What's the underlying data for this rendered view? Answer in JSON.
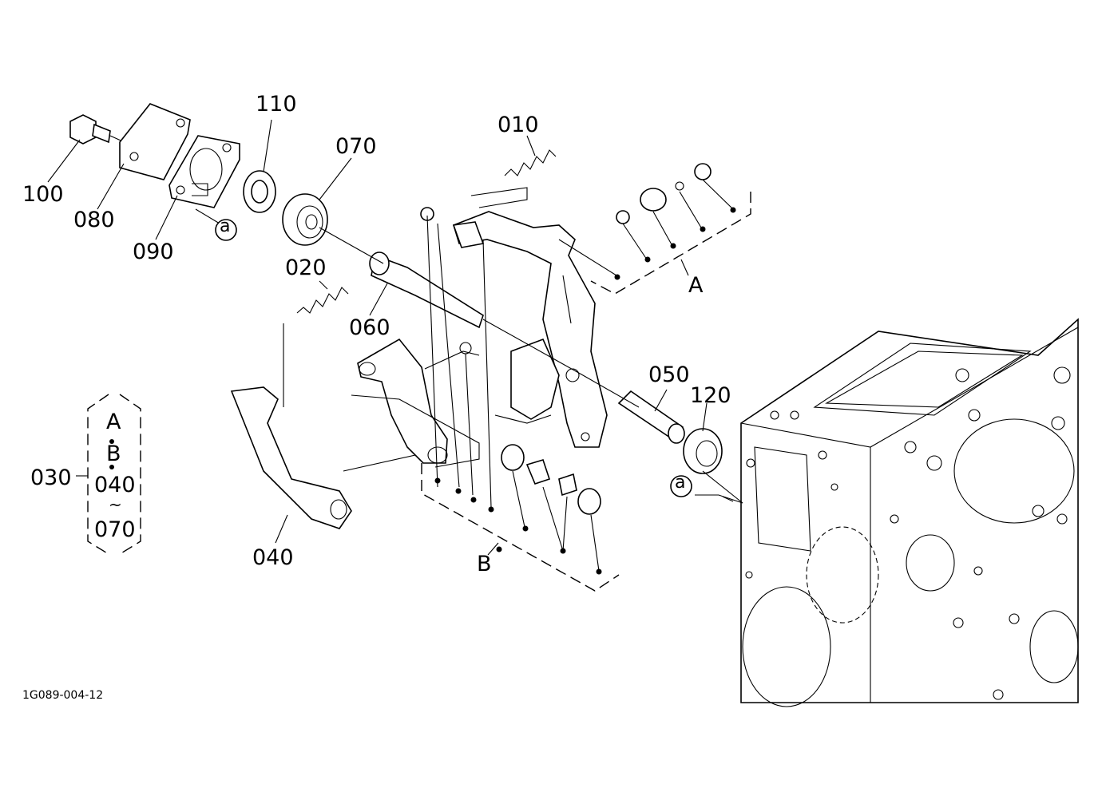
{
  "labels": {
    "p010": "010",
    "p020": "020",
    "p030": "030",
    "p040": "040",
    "p050": "050",
    "p060": "060",
    "p070": "070",
    "p080": "080",
    "p090": "090",
    "p100": "100",
    "p110": "110",
    "p120": "120",
    "group_a": "A",
    "group_b": "B",
    "ref_a1": "a",
    "ref_a2": "a"
  },
  "set_030": {
    "line1": "A",
    "line2": "B",
    "line3": "040",
    "line4": "~",
    "line5": "070"
  },
  "diagram_code": "1G089-004-12"
}
